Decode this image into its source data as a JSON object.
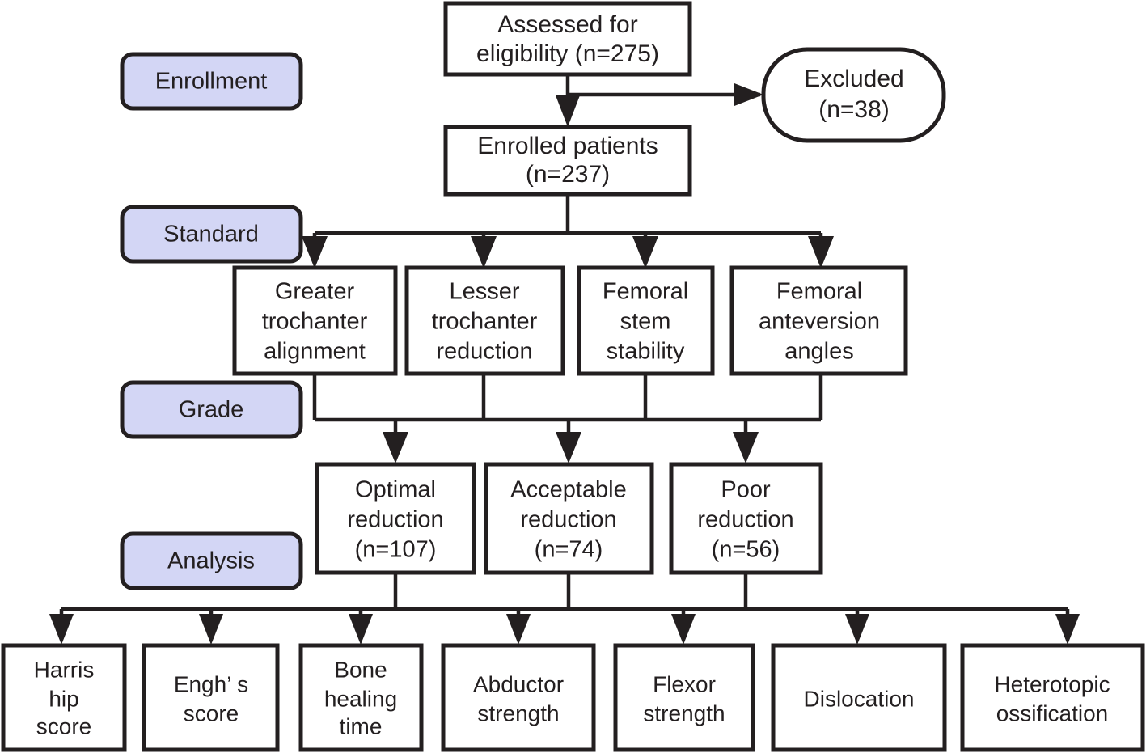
{
  "diagram": {
    "title": "Patient enrollment and reduction-quality analysis flowchart",
    "colors": {
      "stage_fill": "#d3d6f5",
      "box_fill": "#ffffff",
      "stroke": "#231f20",
      "background": "#ffffff"
    }
  },
  "stages": [
    {
      "id": "enrollment",
      "label": "Enrollment"
    },
    {
      "id": "standard",
      "label": "Standard"
    },
    {
      "id": "grade",
      "label": "Grade"
    },
    {
      "id": "analysis",
      "label": "Analysis"
    }
  ],
  "enrollment": {
    "assessed": {
      "line1": "Assessed for",
      "line2": "eligibility (n=275)",
      "n": 275
    },
    "excluded": {
      "line1": "Excluded",
      "line2": "(n=38)",
      "n": 38
    },
    "enrolled": {
      "line1": "Enrolled patients",
      "line2": "(n=237)",
      "n": 237
    }
  },
  "standard_criteria": [
    {
      "line1": "Greater",
      "line2": "trochanter",
      "line3": "alignment"
    },
    {
      "line1": "Lesser",
      "line2": "trochanter",
      "line3": "reduction"
    },
    {
      "line1": "Femoral",
      "line2": "stem",
      "line3": "stability"
    },
    {
      "line1": "Femoral",
      "line2": "anteversion",
      "line3": "angles"
    }
  ],
  "grades": [
    {
      "line1": "Optimal",
      "line2": "reduction",
      "line3": "(n=107)",
      "n": 107
    },
    {
      "line1": "Acceptable",
      "line2": "reduction",
      "line3": "(n=74)",
      "n": 74
    },
    {
      "line1": "Poor",
      "line2": "reduction",
      "line3": "(n=56)",
      "n": 56
    }
  ],
  "outcomes": [
    {
      "line1": "Harris",
      "line2": "hip",
      "line3": "score"
    },
    {
      "line1": "Engh’ s",
      "line2": "score",
      "line3": ""
    },
    {
      "line1": "Bone",
      "line2": "healing",
      "line3": "time"
    },
    {
      "line1": "Abductor",
      "line2": "strength",
      "line3": ""
    },
    {
      "line1": "Flexor",
      "line2": "strength",
      "line3": ""
    },
    {
      "line1": "Dislocation",
      "line2": "",
      "line3": ""
    },
    {
      "line1": "Heterotopic",
      "line2": "ossification",
      "line3": ""
    }
  ]
}
